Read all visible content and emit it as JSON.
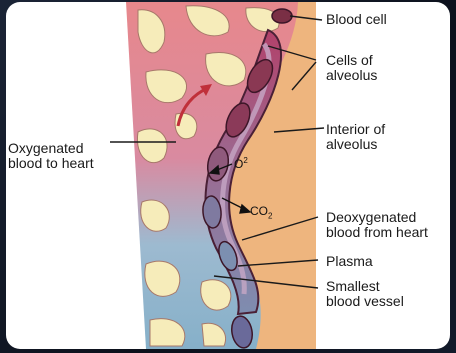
{
  "labels": {
    "blood_cell": "Blood cell",
    "cells_of_alveolus_1": "Cells of",
    "cells_of_alveolus_2": "alveolus",
    "interior_1": "Interior of",
    "interior_2": "alveolus",
    "oxygenated_1": "Oxygenated",
    "oxygenated_2": "blood to heart",
    "deoxygenated_1": "Deoxygenated",
    "deoxygenated_2": "blood from heart",
    "plasma": "Plasma",
    "smallest_1": "Smallest",
    "smallest_2": "blood vessel"
  },
  "chem": {
    "o2": "O",
    "o2_sup": "2",
    "co2": "CO",
    "co2_sub": "2"
  },
  "colors": {
    "background": "#0f1522",
    "card": "#ffffff",
    "tissue_yellow": "#f6ecba",
    "alveolus_orange": "#eeb57e",
    "artery_red": "#e2898a",
    "vein_blue": "#8fb6cd",
    "capillary_purple": "#9d6a8c",
    "blood_cell_dark": "#7a2f45"
  }
}
